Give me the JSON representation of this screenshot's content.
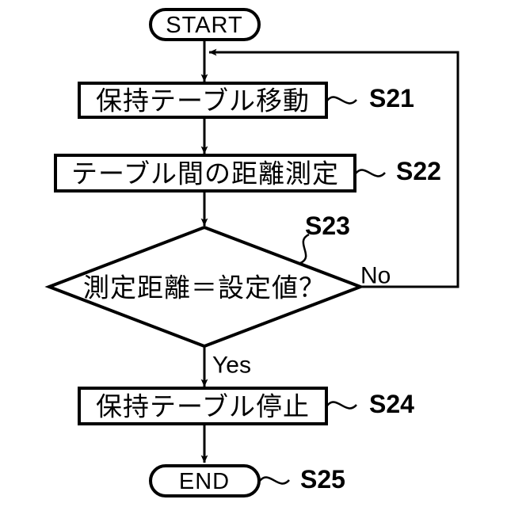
{
  "diagram": {
    "title": "Holding table distance measurement flowchart",
    "background_color": "#ffffff",
    "line_color": "#000000",
    "nodes": {
      "start": {
        "label": "START",
        "type": "terminator"
      },
      "s21": {
        "label": "保持テーブル移動",
        "type": "process",
        "step": "S21"
      },
      "s22": {
        "label": "テーブル間の距離測定",
        "type": "process",
        "step": "S22"
      },
      "s23": {
        "label": "測定距離＝設定値？",
        "type": "decision",
        "step": "S23"
      },
      "s24": {
        "label": "保持テーブル停止",
        "type": "process",
        "step": "S24"
      },
      "end": {
        "label": "END",
        "type": "terminator",
        "step": "S25"
      }
    },
    "branches": {
      "no": "No",
      "yes": "Yes"
    }
  }
}
